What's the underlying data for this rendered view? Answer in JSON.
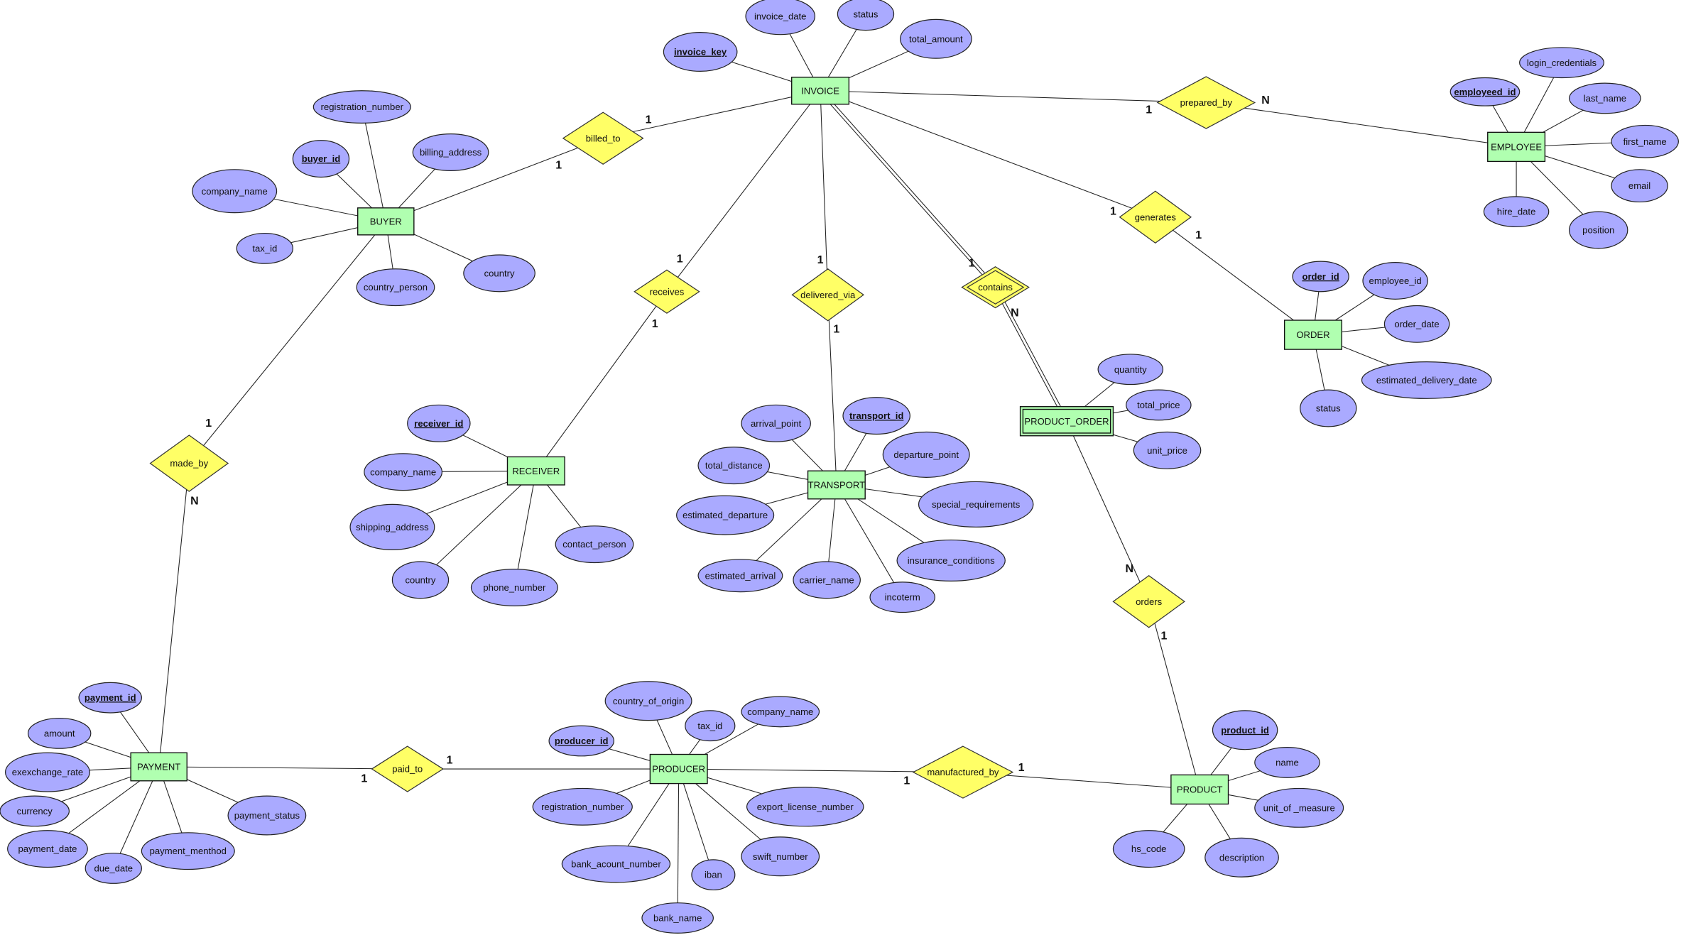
{
  "entities": [
    {
      "id": "invoice",
      "label": "INVOICE",
      "weak": false,
      "attributes": [
        {
          "label": "invoice_key",
          "key": true
        },
        {
          "label": "invoice_date",
          "key": false
        },
        {
          "label": "status",
          "key": false
        },
        {
          "label": "total_amount",
          "key": false
        }
      ]
    },
    {
      "id": "buyer",
      "label": "BUYER",
      "weak": false,
      "attributes": [
        {
          "label": "registration_number",
          "key": false
        },
        {
          "label": "buyer_id",
          "key": true
        },
        {
          "label": "billing_address",
          "key": false
        },
        {
          "label": "company_name",
          "key": false
        },
        {
          "label": "tax_id",
          "key": false
        },
        {
          "label": "country_person",
          "key": false
        },
        {
          "label": "country",
          "key": false
        }
      ]
    },
    {
      "id": "employee",
      "label": "EMPLOYEE",
      "weak": false,
      "attributes": [
        {
          "label": "login_credentials",
          "key": false
        },
        {
          "label": "employeed_id",
          "key": true
        },
        {
          "label": "last_name",
          "key": false
        },
        {
          "label": "first_name",
          "key": false
        },
        {
          "label": "email",
          "key": false
        },
        {
          "label": "hire_date",
          "key": false
        },
        {
          "label": "position",
          "key": false
        }
      ]
    },
    {
      "id": "order",
      "label": "ORDER",
      "weak": false,
      "attributes": [
        {
          "label": "order_id",
          "key": true
        },
        {
          "label": "employee_id",
          "key": false
        },
        {
          "label": "order_date",
          "key": false
        },
        {
          "label": "estimated_delivery_date",
          "key": false
        },
        {
          "label": "status",
          "key": false
        }
      ]
    },
    {
      "id": "product_order",
      "label": "PRODUCT_ORDER",
      "weak": true,
      "attributes": [
        {
          "label": "quantity",
          "key": false
        },
        {
          "label": "total_price",
          "key": false
        },
        {
          "label": "unit_price",
          "key": false
        }
      ]
    },
    {
      "id": "transport",
      "label": "TRANSPORT",
      "weak": false,
      "attributes": [
        {
          "label": "arrival_point",
          "key": false
        },
        {
          "label": "transport_id",
          "key": true
        },
        {
          "label": "departure_point",
          "key": false
        },
        {
          "label": "total_distance",
          "key": false
        },
        {
          "label": "special_requirements",
          "key": false
        },
        {
          "label": "estimated_departure",
          "key": false
        },
        {
          "label": "insurance_conditions",
          "key": false
        },
        {
          "label": "estimated_arrival",
          "key": false
        },
        {
          "label": "carrier_name",
          "key": false
        },
        {
          "label": "incoterm",
          "key": false
        }
      ]
    },
    {
      "id": "receiver",
      "label": "RECEIVER",
      "weak": false,
      "attributes": [
        {
          "label": "receiver_id",
          "key": true
        },
        {
          "label": "company_name",
          "key": false
        },
        {
          "label": "shipping_address",
          "key": false
        },
        {
          "label": "contact_person",
          "key": false
        },
        {
          "label": "country",
          "key": false
        },
        {
          "label": "phone_number",
          "key": false
        }
      ]
    },
    {
      "id": "payment",
      "label": "PAYMENT",
      "weak": false,
      "attributes": [
        {
          "label": "payment_id",
          "key": true
        },
        {
          "label": "amount",
          "key": false
        },
        {
          "label": "exexchange_rate",
          "key": false
        },
        {
          "label": "currency",
          "key": false
        },
        {
          "label": "payment_date",
          "key": false
        },
        {
          "label": "due_date",
          "key": false
        },
        {
          "label": "payment_menthod",
          "key": false
        },
        {
          "label": "payment_status",
          "key": false
        }
      ]
    },
    {
      "id": "producer",
      "label": "PRODUCER",
      "weak": false,
      "attributes": [
        {
          "label": "country_of_origin",
          "key": false
        },
        {
          "label": "tax_id",
          "key": false
        },
        {
          "label": "company_name",
          "key": false
        },
        {
          "label": "producer_id",
          "key": true
        },
        {
          "label": "registration_number",
          "key": false
        },
        {
          "label": "export_license_number",
          "key": false
        },
        {
          "label": "bank_acount_number",
          "key": false
        },
        {
          "label": "iban",
          "key": false
        },
        {
          "label": "swift_number",
          "key": false
        },
        {
          "label": "bank_name",
          "key": false
        }
      ]
    },
    {
      "id": "product",
      "label": "PRODUCT",
      "weak": false,
      "attributes": [
        {
          "label": "product_id",
          "key": true
        },
        {
          "label": "name",
          "key": false
        },
        {
          "label": "unit_of _measure",
          "key": false
        },
        {
          "label": "hs_code",
          "key": false
        },
        {
          "label": "description",
          "key": false
        }
      ]
    }
  ],
  "relationships": [
    {
      "id": "billed_to",
      "label": "billed_to",
      "identifying": false,
      "links": [
        {
          "entity": "invoice",
          "card": "1"
        },
        {
          "entity": "buyer",
          "card": "1"
        }
      ]
    },
    {
      "id": "prepared_by",
      "label": "prepared_by",
      "identifying": false,
      "links": [
        {
          "entity": "invoice",
          "card": "1"
        },
        {
          "entity": "employee",
          "card": "N"
        }
      ]
    },
    {
      "id": "generates",
      "label": "generates",
      "identifying": false,
      "links": [
        {
          "entity": "invoice",
          "card": "1"
        },
        {
          "entity": "order",
          "card": "1"
        }
      ]
    },
    {
      "id": "contains",
      "label": "contains",
      "identifying": true,
      "links": [
        {
          "entity": "invoice",
          "card": "1"
        },
        {
          "entity": "product_order",
          "card": "N"
        }
      ]
    },
    {
      "id": "delivered_via",
      "label": "delivered_via",
      "identifying": false,
      "links": [
        {
          "entity": "invoice",
          "card": "1"
        },
        {
          "entity": "transport",
          "card": "1"
        }
      ]
    },
    {
      "id": "receives",
      "label": "receives",
      "identifying": false,
      "links": [
        {
          "entity": "invoice",
          "card": "1"
        },
        {
          "entity": "receiver",
          "card": "1"
        }
      ]
    },
    {
      "id": "made_by",
      "label": "made_by",
      "identifying": false,
      "links": [
        {
          "entity": "buyer",
          "card": "1"
        },
        {
          "entity": "payment",
          "card": "N"
        }
      ]
    },
    {
      "id": "paid_to",
      "label": "paid_to",
      "identifying": false,
      "links": [
        {
          "entity": "payment",
          "card": "1"
        },
        {
          "entity": "producer",
          "card": "1"
        }
      ]
    },
    {
      "id": "manufactured_by",
      "label": "manufactured_by",
      "identifying": false,
      "links": [
        {
          "entity": "producer",
          "card": "1"
        },
        {
          "entity": "product",
          "card": "1"
        }
      ]
    },
    {
      "id": "orders",
      "label": "orders",
      "identifying": false,
      "links": [
        {
          "entity": "product_order",
          "card": "N"
        },
        {
          "entity": "product",
          "card": "1"
        }
      ]
    }
  ],
  "colors": {
    "entity": "#b0ffb0",
    "relationship": "#ffff66",
    "attribute": "#aaaaff"
  }
}
